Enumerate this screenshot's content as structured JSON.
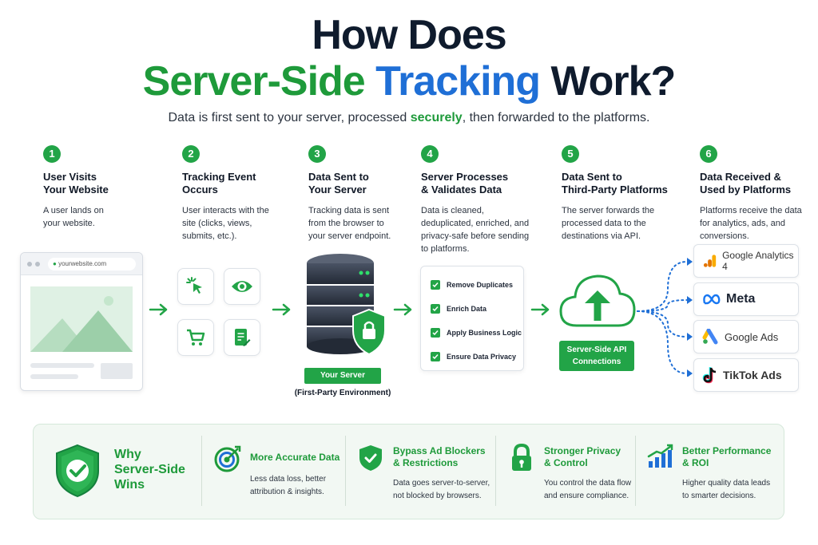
{
  "header": {
    "title_line1": "How Does",
    "title_green": "Server-Side",
    "title_blue": "Tracking",
    "title_dark": "Work?",
    "subtitle_before": "Data is first sent to your server, processed",
    "subtitle_highlight": "securely",
    "subtitle_after": ", then forwarded to the platforms."
  },
  "steps": [
    {
      "num": "1",
      "title_l1": "User Visits",
      "title_l2": "Your Website",
      "desc": "A user lands on your website."
    },
    {
      "num": "2",
      "title_l1": "Tracking Event",
      "title_l2": "Occurs",
      "desc": "User interacts with the site (clicks, views, submits, etc.)."
    },
    {
      "num": "3",
      "title_l1": "Data Sent to",
      "title_l2": "Your Server",
      "desc": "Tracking data is sent from the browser to your server endpoint."
    },
    {
      "num": "4",
      "title_l1": "Server Processes",
      "title_l2": "& Validates Data",
      "desc": "Data is cleaned, deduplicated, enriched, and privacy-safe before sending to platforms."
    },
    {
      "num": "5",
      "title_l1": "Data Sent to",
      "title_l2": "Third-Party Platforms",
      "desc": "The server forwards the processed data to the destinations via API."
    },
    {
      "num": "6",
      "title_l1": "Data Received &",
      "title_l2": "Used by Platforms",
      "desc": "Platforms receive the data for analytics, ads, and conversions."
    }
  ],
  "browser": {
    "url": "yourwebsite.com"
  },
  "server": {
    "label": "Your Server",
    "sublabel": "(First-Party Environment)"
  },
  "checklist": [
    "Remove Duplicates",
    "Enrich Data",
    "Apply Business Logic",
    "Ensure Data Privacy"
  ],
  "api": {
    "label_l1": "Server-Side API",
    "label_l2": "Connections"
  },
  "platforms": [
    "Google Analytics 4",
    "Meta",
    "Google Ads",
    "TikTok Ads"
  ],
  "why": {
    "heading_l1": "Why",
    "heading_l2": "Server-Side",
    "heading_l3": "Wins",
    "benefits": [
      {
        "title_l1": "More Accurate Data",
        "title_l2": "",
        "desc_l1": "Less data loss, better",
        "desc_l2": "attribution & insights."
      },
      {
        "title_l1": "Bypass Ad Blockers",
        "title_l2": "& Restrictions",
        "desc_l1": "Data goes server-to-server,",
        "desc_l2": "not blocked by browsers."
      },
      {
        "title_l1": "Stronger Privacy",
        "title_l2": "& Control",
        "desc_l1": "You control the data flow",
        "desc_l2": "and ensure compliance."
      },
      {
        "title_l1": "Better Performance",
        "title_l2": "& ROI",
        "desc_l1": "Higher quality data leads",
        "desc_l2": "to smarter decisions."
      }
    ]
  },
  "colors": {
    "green": "#22a447",
    "blue": "#1f6fd6",
    "dark": "#0f1b2d"
  }
}
